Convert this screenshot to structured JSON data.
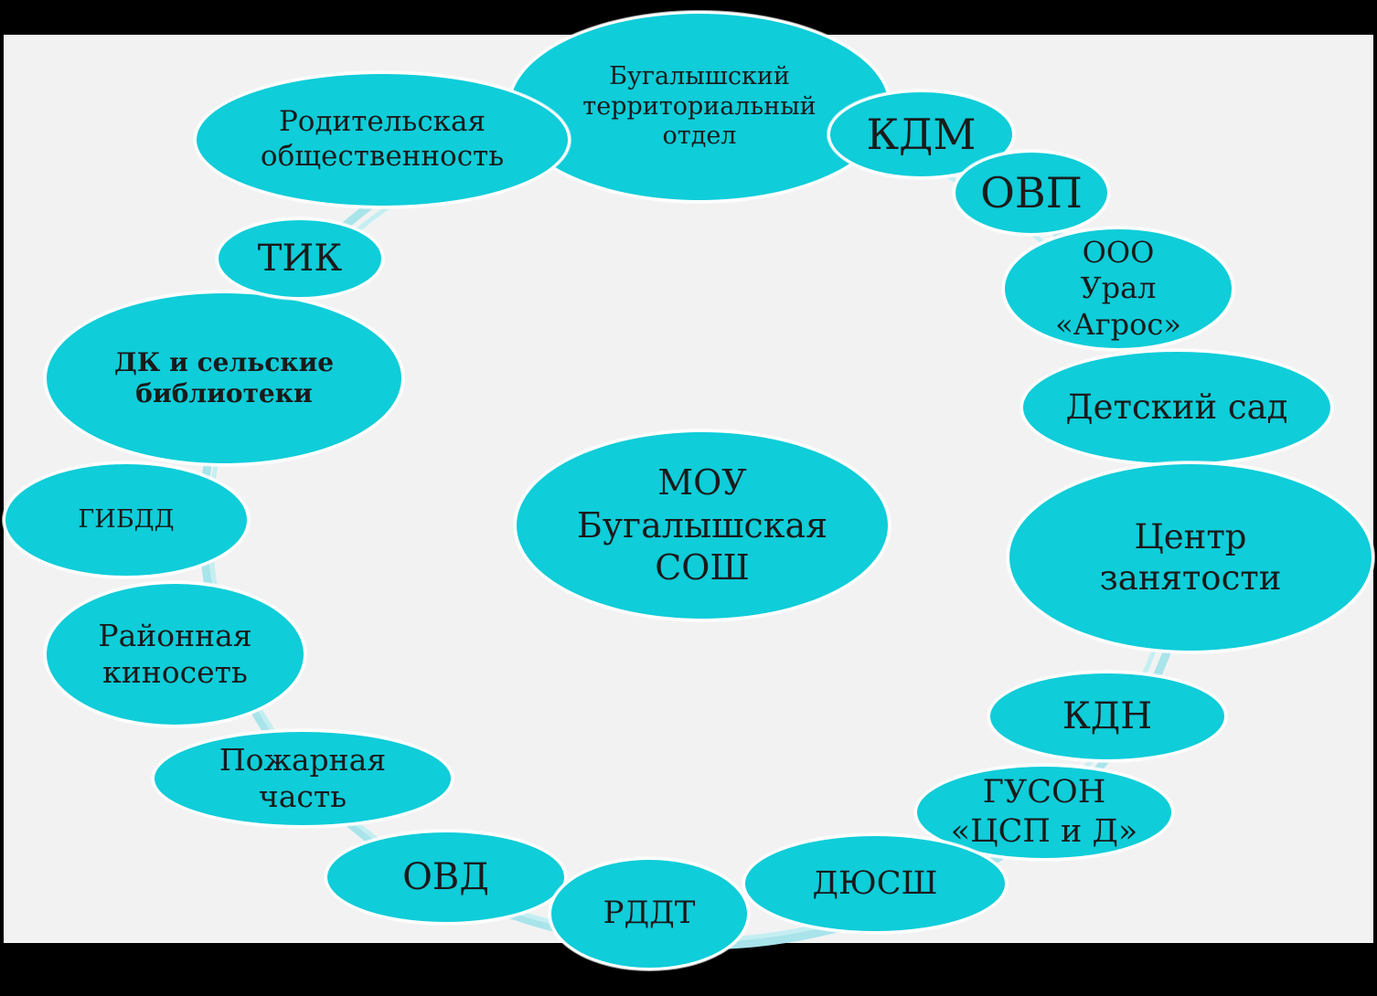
{
  "center": {
    "lines": [
      "МОУ",
      "Бугалышская",
      "СОШ"
    ]
  },
  "nodes": [
    {
      "id": "bugalysh-territorial-dept",
      "lines": [
        "Бугалышский",
        "территориальный",
        "отдел"
      ]
    },
    {
      "id": "kdm",
      "lines": [
        "КДМ"
      ]
    },
    {
      "id": "ovp",
      "lines": [
        "ОВП"
      ]
    },
    {
      "id": "ural-agros",
      "lines": [
        "ООО",
        "Урал",
        "«Агрос»"
      ]
    },
    {
      "id": "kindergarten",
      "lines": [
        "Детский сад"
      ]
    },
    {
      "id": "employment-center",
      "lines": [
        "Центр",
        "занятости"
      ]
    },
    {
      "id": "kdn",
      "lines": [
        "КДН"
      ]
    },
    {
      "id": "guson",
      "lines": [
        "ГУСОН",
        "«ЦСП и Д»"
      ]
    },
    {
      "id": "dyussh",
      "lines": [
        "ДЮСШ"
      ]
    },
    {
      "id": "rddt",
      "lines": [
        "РДДТ"
      ]
    },
    {
      "id": "ovd",
      "lines": [
        "ОВД"
      ]
    },
    {
      "id": "fire-department",
      "lines": [
        "Пожарная",
        "часть"
      ]
    },
    {
      "id": "district-cinema",
      "lines": [
        "Районная",
        "киносеть"
      ]
    },
    {
      "id": "gibdd",
      "lines": [
        "ГИБДД"
      ]
    },
    {
      "id": "dk-libraries",
      "lines": [
        "ДК и сельские",
        "библиотеки"
      ]
    },
    {
      "id": "tik",
      "lines": [
        "ТИК"
      ]
    },
    {
      "id": "parent-community",
      "lines": [
        "Родительская",
        "общественность"
      ]
    }
  ],
  "colors": {
    "node_fill": "#0fcdd9",
    "node_border": "#ffffff",
    "ring": "#a8e4ea",
    "background": "#f2f2f2",
    "frame": "#000000"
  }
}
